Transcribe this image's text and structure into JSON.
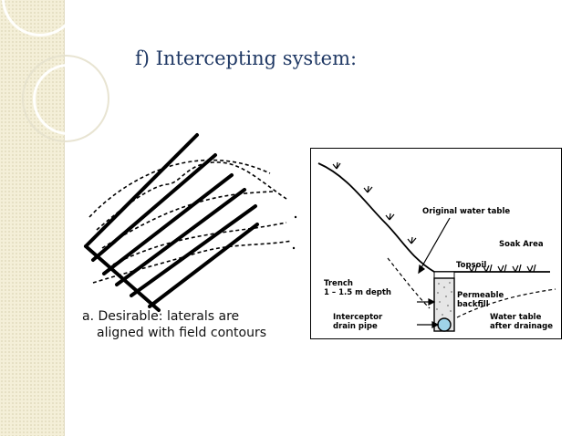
{
  "slide": {
    "title": "f) Intercepting system:"
  },
  "figure_a": {
    "caption_line1": "a. Desirable: laterals are",
    "caption_line2": "aligned with field contours"
  },
  "figure_b": {
    "labels": {
      "original_water_table": "Original water table",
      "soak_area": "Soak Area",
      "topsoil": "Topsoil",
      "trench_line1": "Trench",
      "trench_line2": "1 – 1.5 m depth",
      "permeable_line1": "Permeable",
      "permeable_line2": "backfill",
      "interceptor_line1": "Interceptor",
      "interceptor_line2": "drain pipe",
      "water_table_line1": "Water table",
      "water_table_line2": "after drainage"
    }
  }
}
